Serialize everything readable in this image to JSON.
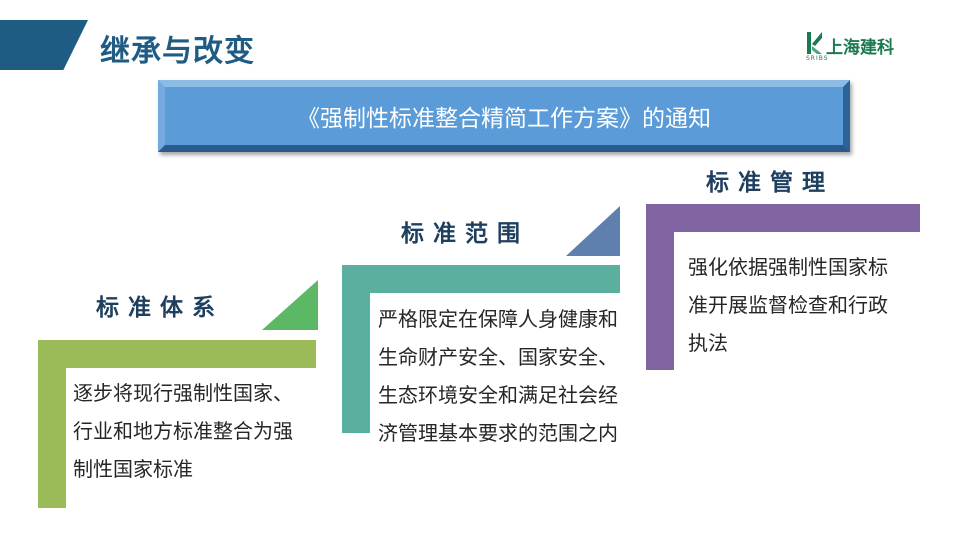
{
  "header": {
    "title": "继承与改变",
    "logo_text": "上海建科",
    "logo_sub": "SRIBS"
  },
  "banner": {
    "text": "《强制性标准整合精简工作方案》的通知"
  },
  "steps": [
    {
      "title": "标准体系",
      "body": "逐步将现行强制性国家、行业和地方标准整合为强制性国家标准",
      "color": "#9bbb59",
      "accent": "#5cb865"
    },
    {
      "title": "标准范围",
      "body": "严格限定在保障人身健康和生命财产安全、国家安全、生态环境安全和满足社会经济管理基本要求的范围之内",
      "color": "#5aaf9e",
      "accent": "#5f7fae"
    },
    {
      "title": "标准管理",
      "body": "强化依据强制性国家标准开展监督检查和行政执法",
      "color": "#8064a2",
      "accent": "#8064a2"
    }
  ],
  "colors": {
    "title_blue": "#1f5c84",
    "banner_blue": "#5a9bd8",
    "logo_green": "#1b7a52"
  }
}
